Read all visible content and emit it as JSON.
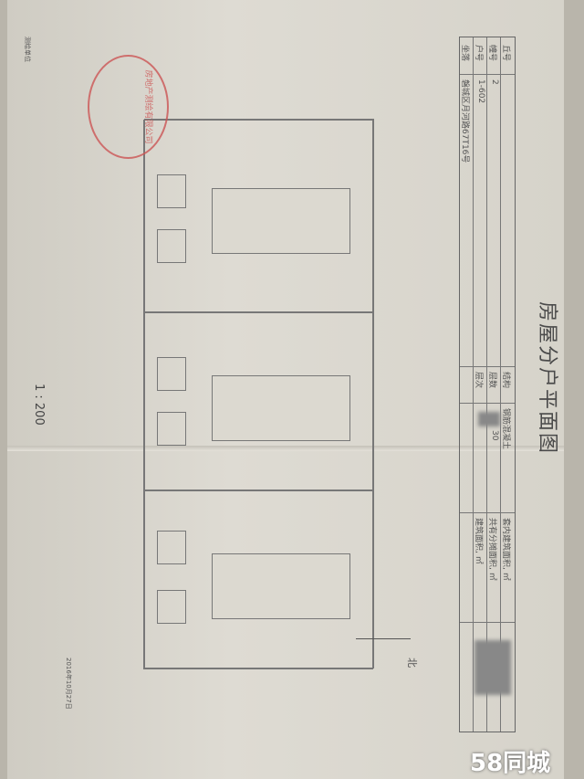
{
  "document": {
    "title": "房屋分户平面图",
    "table": {
      "rows": [
        {
          "label": "丘号",
          "value": ""
        },
        {
          "label": "幢号",
          "value": "2"
        },
        {
          "label": "户号",
          "value": "1-602"
        },
        {
          "label": "坐落",
          "value": "磐城区月河路67T16号"
        }
      ],
      "mid": [
        {
          "label": "结构",
          "value": "钢筋混凝土"
        },
        {
          "label": "层数",
          "value": "30"
        },
        {
          "label": "层次",
          "value": ""
        }
      ],
      "area": [
        {
          "label": "套内建筑面积, ㎡"
        },
        {
          "label": "共有分摊面积, ㎡"
        },
        {
          "label": "建筑面积, ㎡"
        }
      ]
    },
    "scale": "1 : 200",
    "north": "北",
    "date": "2016年10月27日",
    "stamp_text": "房地产测绘有限公司",
    "side_text": "测绘单位"
  },
  "watermark": "58同城"
}
